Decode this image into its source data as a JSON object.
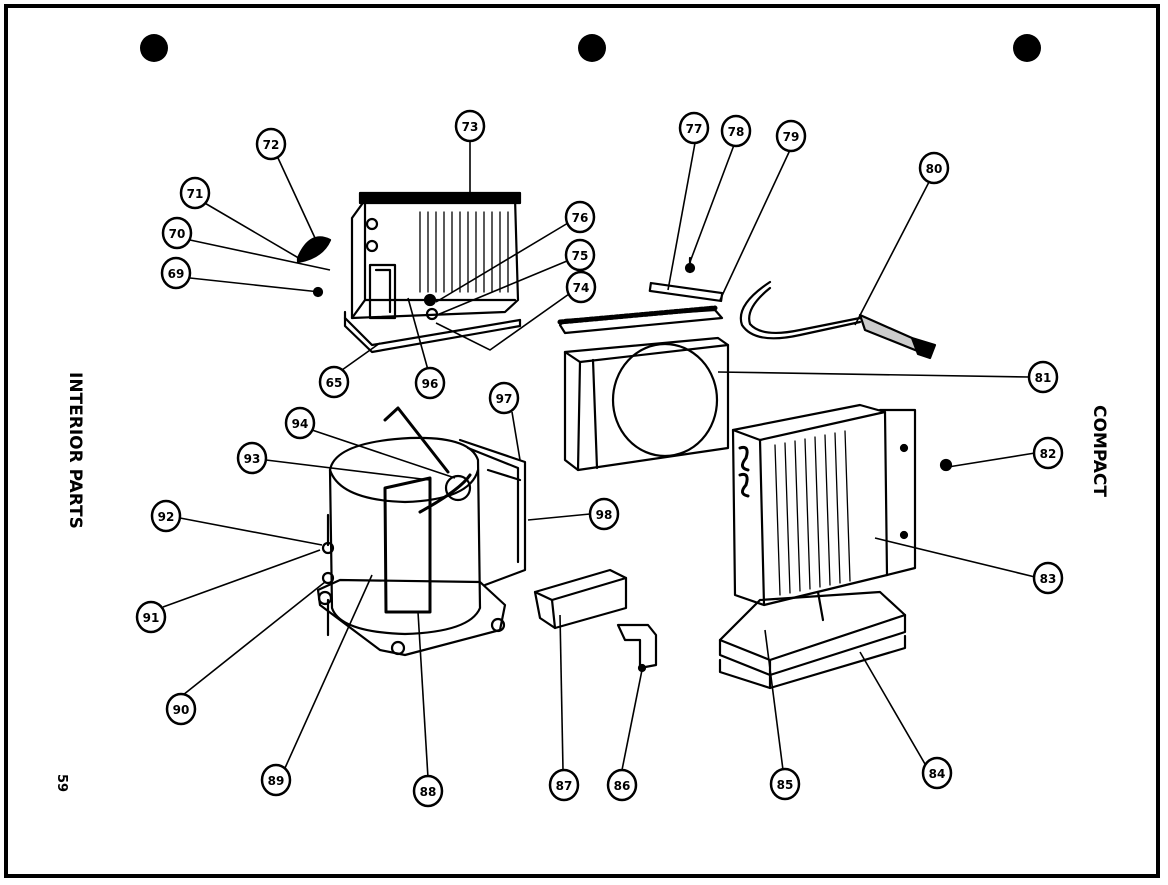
{
  "page": {
    "left_title": "INTERIOR PARTS",
    "right_title": "COMPACT",
    "page_number": "59"
  },
  "callouts": [
    {
      "id": "c71",
      "label": "71"
    },
    {
      "id": "c72",
      "label": "72"
    },
    {
      "id": "c73",
      "label": "73"
    },
    {
      "id": "c70",
      "label": "70"
    },
    {
      "id": "c69",
      "label": "69"
    },
    {
      "id": "c76",
      "label": "76"
    },
    {
      "id": "c75",
      "label": "75"
    },
    {
      "id": "c74",
      "label": "74"
    },
    {
      "id": "c65",
      "label": "65"
    },
    {
      "id": "c96top",
      "label": "96"
    },
    {
      "id": "c77",
      "label": "77"
    },
    {
      "id": "c78",
      "label": "78"
    },
    {
      "id": "c79",
      "label": "79"
    },
    {
      "id": "c80",
      "label": "80"
    },
    {
      "id": "c81",
      "label": "81"
    },
    {
      "id": "c82",
      "label": "82"
    },
    {
      "id": "c83",
      "label": "83"
    },
    {
      "id": "c84",
      "label": "84"
    },
    {
      "id": "c85",
      "label": "85"
    },
    {
      "id": "c86",
      "label": "86"
    },
    {
      "id": "c87",
      "label": "87"
    },
    {
      "id": "c88",
      "label": "88"
    },
    {
      "id": "c89",
      "label": "89"
    },
    {
      "id": "c90",
      "label": "90"
    },
    {
      "id": "c91",
      "label": "91"
    },
    {
      "id": "c92",
      "label": "92"
    },
    {
      "id": "c93",
      "label": "93"
    },
    {
      "id": "c94",
      "label": "94"
    },
    {
      "id": "c97",
      "label": "97"
    },
    {
      "id": "c98",
      "label": "98"
    }
  ]
}
